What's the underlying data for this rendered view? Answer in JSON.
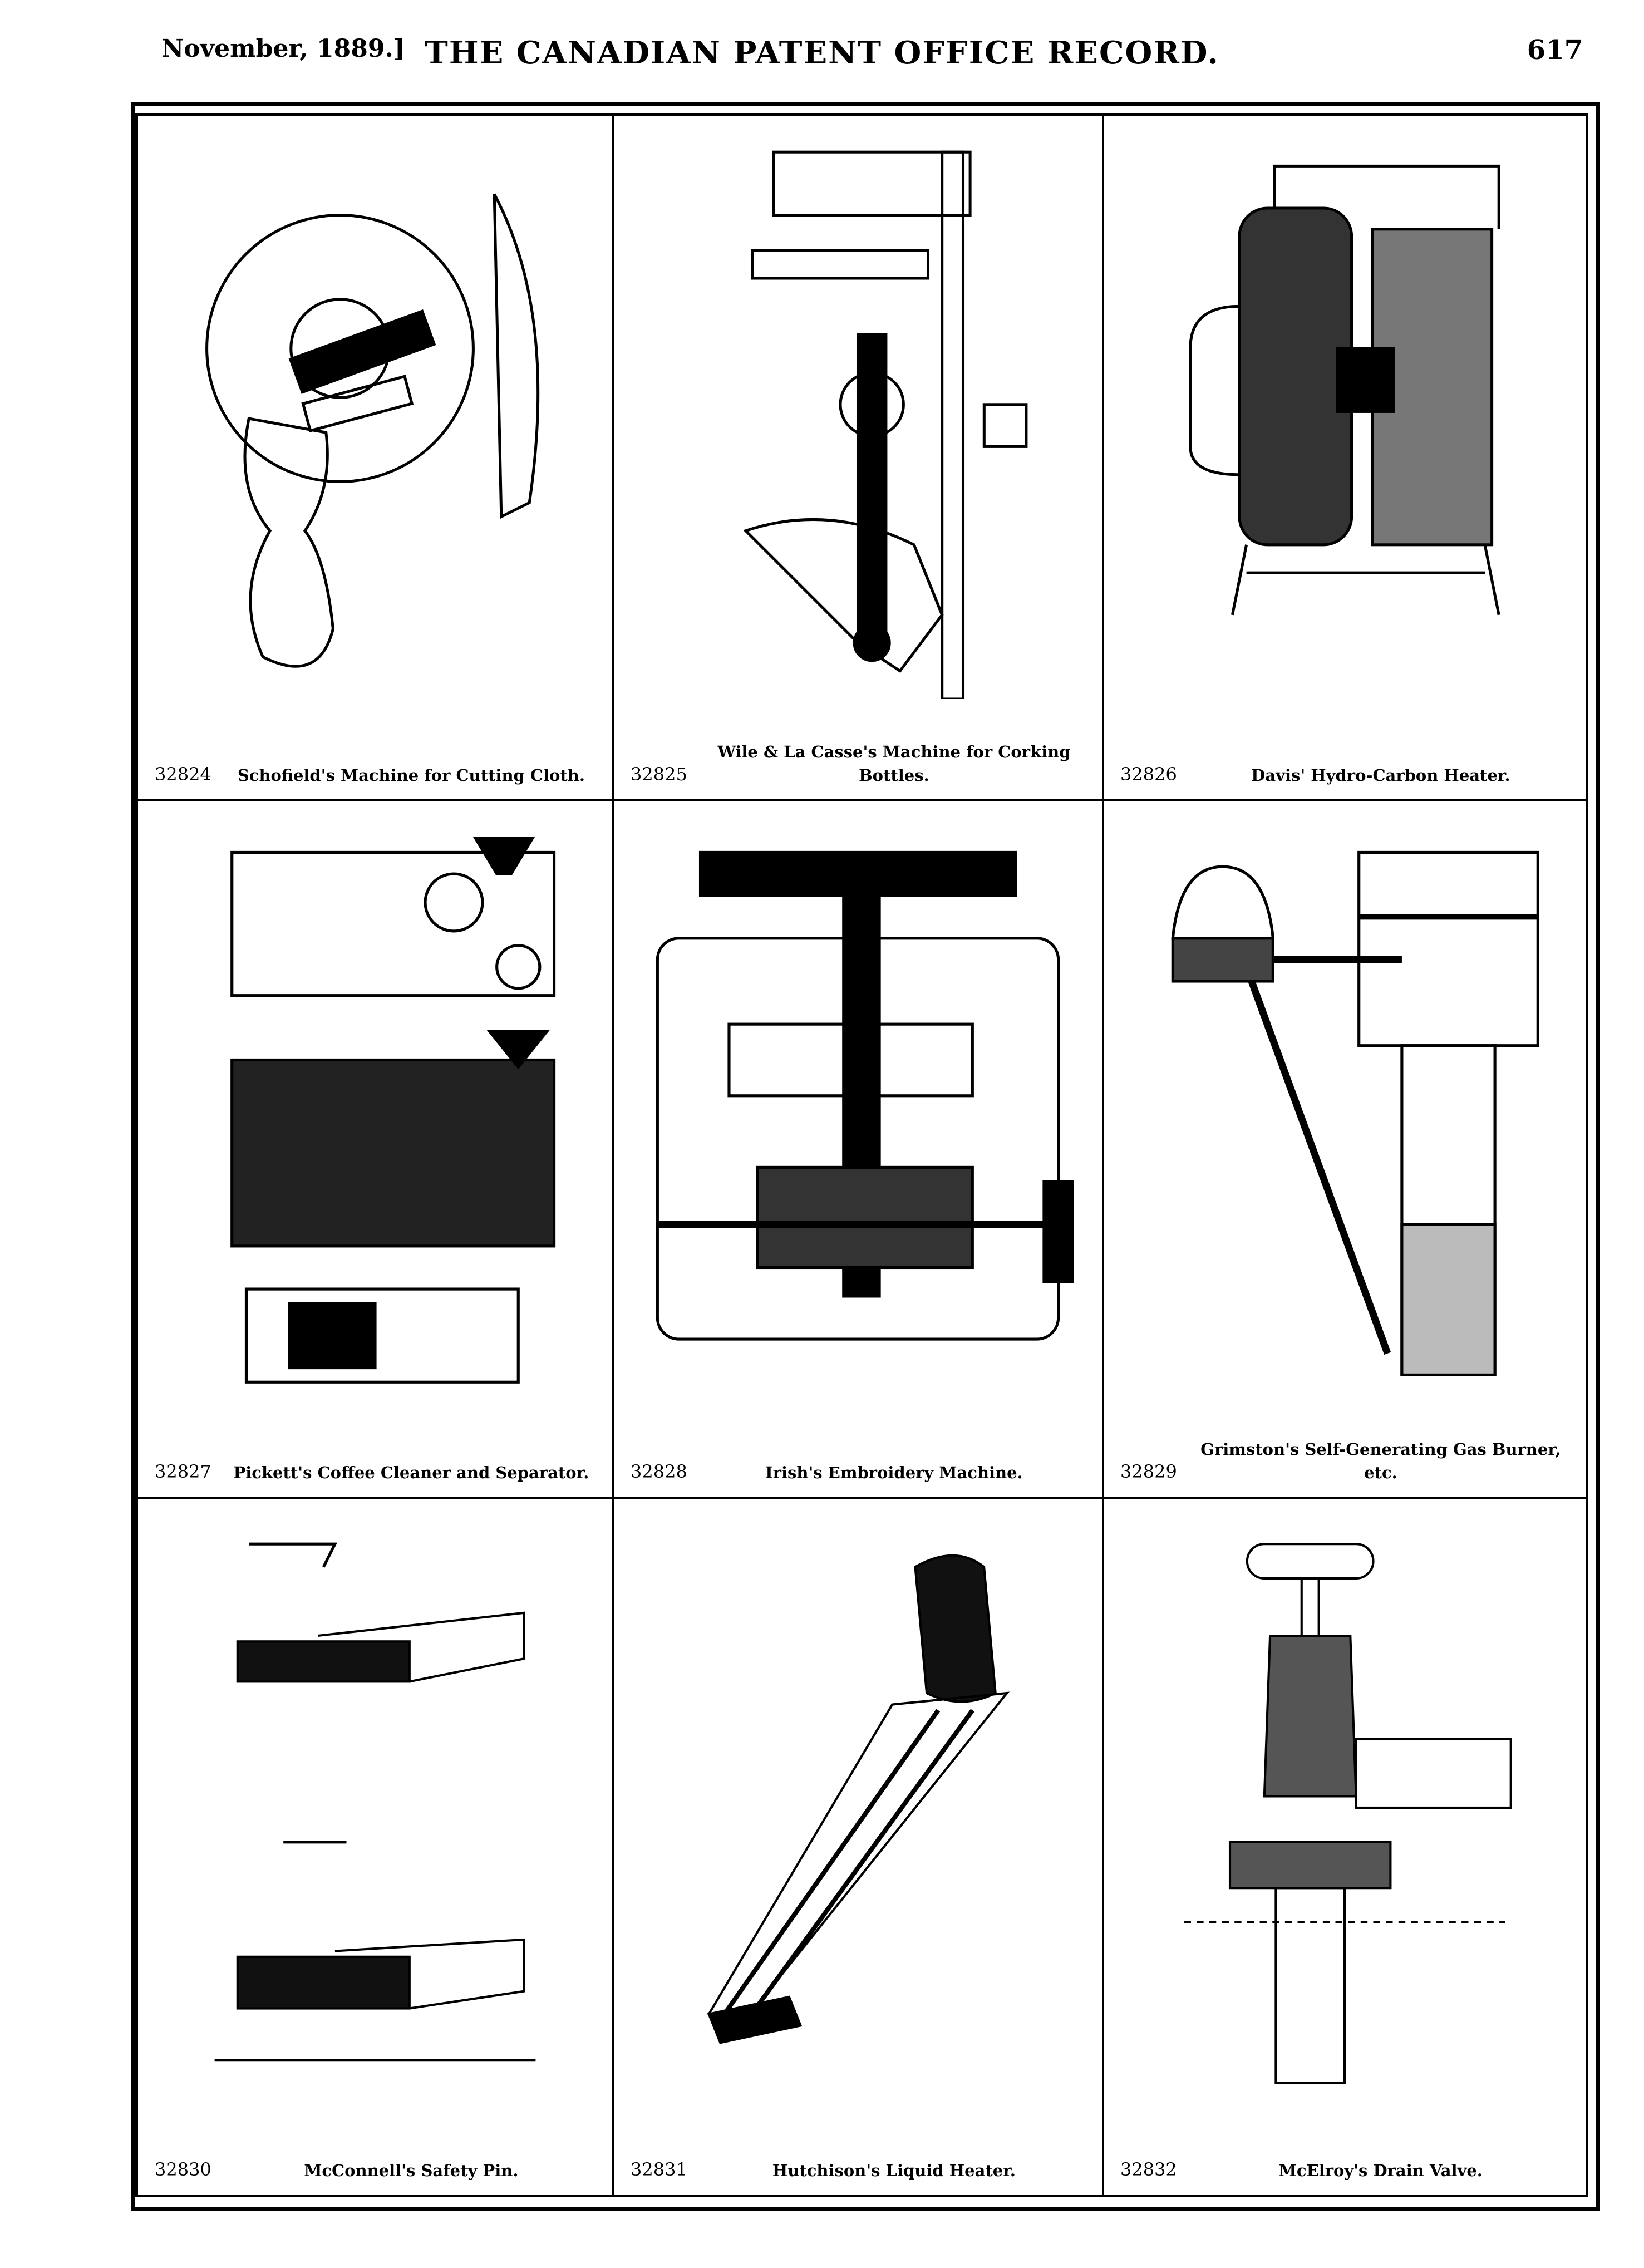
{
  "header": {
    "date": "November, 1889.]",
    "title": "THE CANADIAN PATENT OFFICE RECORD.",
    "page": "617"
  },
  "patents": [
    {
      "number": "32824",
      "title": "Schofield's Machine for Cutting Cloth.",
      "icon": "cloth-cutting-machine"
    },
    {
      "number": "32825",
      "title": "Wile & La Casse's Machine for Corking Bottles.",
      "icon": "corking-machine"
    },
    {
      "number": "32826",
      "title": "Davis' Hydro-Carbon Heater.",
      "icon": "heater"
    },
    {
      "number": "32827",
      "title": "Pickett's Coffee Cleaner and Separator.",
      "icon": "coffee-separator"
    },
    {
      "number": "32828",
      "title": "Irish's Embroidery Machine.",
      "icon": "embroidery-machine"
    },
    {
      "number": "32829",
      "title": "Grimston's Self-Generating Gas Burner, etc.",
      "icon": "gas-burner"
    },
    {
      "number": "32830",
      "title": "McConnell's Safety Pin.",
      "icon": "safety-pin"
    },
    {
      "number": "32831",
      "title": "Hutchison's Liquid Heater.",
      "icon": "liquid-heater"
    },
    {
      "number": "32832",
      "title": "McElroy's Drain Valve.",
      "icon": "drain-valve"
    }
  ]
}
